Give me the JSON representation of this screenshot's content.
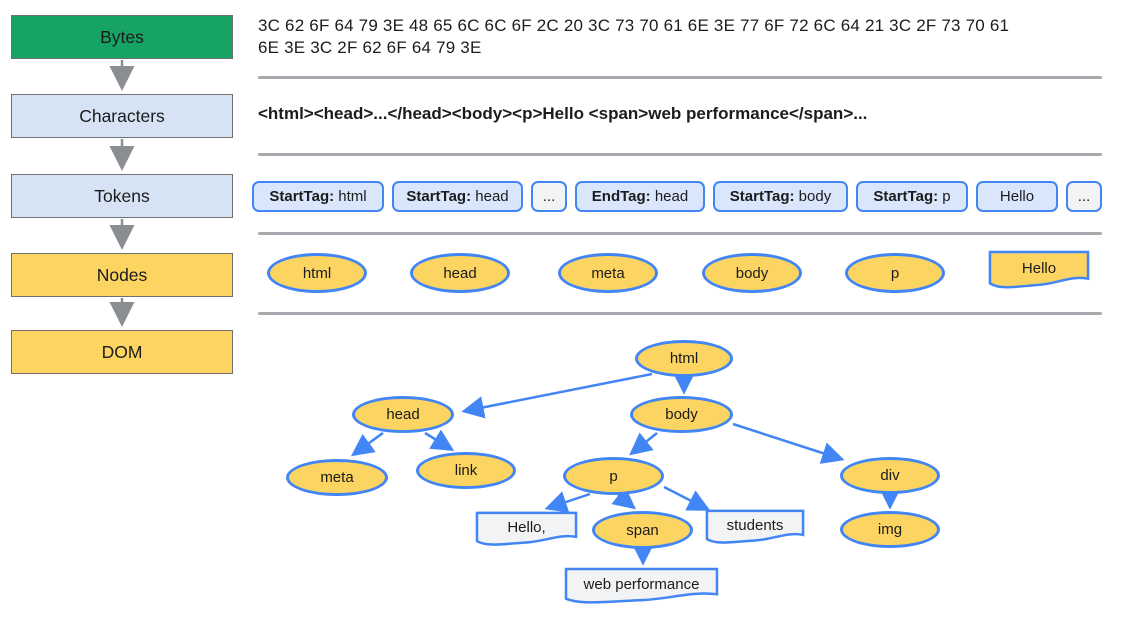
{
  "diagram_title": "html-parsing-pipeline",
  "colors": {
    "stage_green": "#16a364",
    "stage_blue": "#d5e3f5",
    "stage_yellow": "#fcd462",
    "node_yellow_fill": "#fcd462",
    "node_border_blue": "#4285f4",
    "token_fill": "#d9e6fb",
    "token_alt_fill": "#f1f3f4",
    "textnode_fill": "#f2f3f5",
    "separator_gray": "#a6a9ad",
    "pipeline_arrow_gray": "#8a8d91",
    "edge_blue": "#4285f4"
  },
  "pipeline": {
    "stages": [
      {
        "label": "Bytes"
      },
      {
        "label": "Characters"
      },
      {
        "label": "Tokens"
      },
      {
        "label": "Nodes"
      },
      {
        "label": "DOM"
      }
    ]
  },
  "bytes_row": {
    "lines": [
      "3C 62 6F 64 79 3E 48 65 6C 6C 6F 2C 20 3C 73 70 61 6E 3E 77 6F 72 6C 64 21 3C 2F 73 70 61",
      "6E 3E 3C 2F 62 6F 64 79 3E"
    ]
  },
  "characters_row": {
    "text": "<html><head>...</head><body><p>Hello <span>web performance</span>..."
  },
  "tokens_row": {
    "items": [
      {
        "bold": "StartTag:",
        "text": " html"
      },
      {
        "bold": "StartTag:",
        "text": " head"
      },
      {
        "bold": "",
        "text": "..."
      },
      {
        "bold": "EndTag:",
        "text": " head"
      },
      {
        "bold": "StartTag:",
        "text": " body"
      },
      {
        "bold": "StartTag:",
        "text": " p"
      },
      {
        "bold": "",
        "text": "Hello"
      },
      {
        "bold": "",
        "text": "..."
      }
    ]
  },
  "nodes_row": {
    "items": [
      {
        "label": "html",
        "shape": "ellipse"
      },
      {
        "label": "head",
        "shape": "ellipse"
      },
      {
        "label": "meta",
        "shape": "ellipse"
      },
      {
        "label": "body",
        "shape": "ellipse"
      },
      {
        "label": "p",
        "shape": "ellipse"
      },
      {
        "label": "Hello",
        "shape": "textnode"
      }
    ]
  },
  "dom_tree": {
    "nodes": [
      {
        "id": "html",
        "label": "html",
        "shape": "ellipse"
      },
      {
        "id": "head",
        "label": "head",
        "shape": "ellipse"
      },
      {
        "id": "body",
        "label": "body",
        "shape": "ellipse"
      },
      {
        "id": "meta",
        "label": "meta",
        "shape": "ellipse"
      },
      {
        "id": "link",
        "label": "link",
        "shape": "ellipse"
      },
      {
        "id": "p",
        "label": "p",
        "shape": "ellipse"
      },
      {
        "id": "div",
        "label": "div",
        "shape": "ellipse"
      },
      {
        "id": "hello-text",
        "label": "Hello,",
        "shape": "textnode"
      },
      {
        "id": "span",
        "label": "span",
        "shape": "ellipse"
      },
      {
        "id": "students-text",
        "label": "students",
        "shape": "textnode"
      },
      {
        "id": "img",
        "label": "img",
        "shape": "ellipse"
      },
      {
        "id": "web-performance-text",
        "label": "web performance",
        "shape": "textnode"
      }
    ],
    "edges": [
      "html->head",
      "html->body",
      "head->meta",
      "head->link",
      "body->p",
      "body->div",
      "p->hello-text",
      "p->span",
      "p->students-text",
      "span->web-performance-text",
      "div->img"
    ]
  }
}
